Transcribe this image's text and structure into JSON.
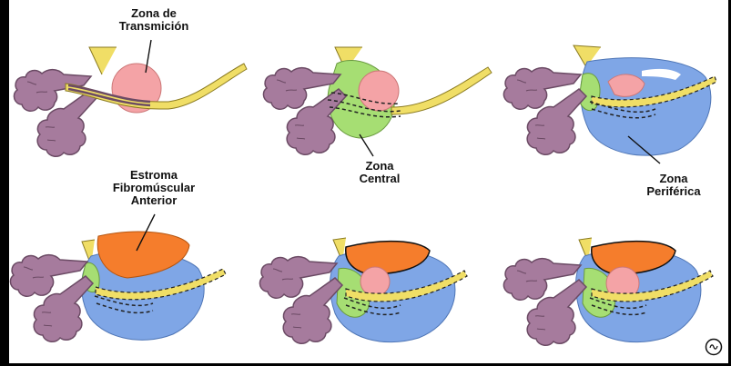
{
  "labels": {
    "transition_zone": [
      "Zona de",
      "Transmición"
    ],
    "anterior_stroma": [
      "Estroma",
      "Fibromúscular",
      "Anterior"
    ],
    "central_zone": [
      "Zona",
      "Central"
    ],
    "peripheral_zone": [
      "Zona",
      "Periférica"
    ]
  },
  "colors": {
    "background": "#ffffff",
    "seminal_vesicle": "#a67b9d",
    "seminal_vesicle_outline": "#6b4a64",
    "transition_zone": "#f4a3a6",
    "central_zone": "#a6de73",
    "peripheral_zone": "#7fa6e6",
    "anterior_stroma": "#f57d2c",
    "urethra_yellow": "#f0de66",
    "ejaculatory_ducts": "#222222",
    "leader_line": "#111111"
  },
  "panels": [
    "transition-zone",
    "central-zone",
    "peripheral-zone",
    "anterior-stroma",
    "combined-zones-a",
    "combined-zones-b"
  ],
  "signature_mark": "copyright-signature-icon"
}
